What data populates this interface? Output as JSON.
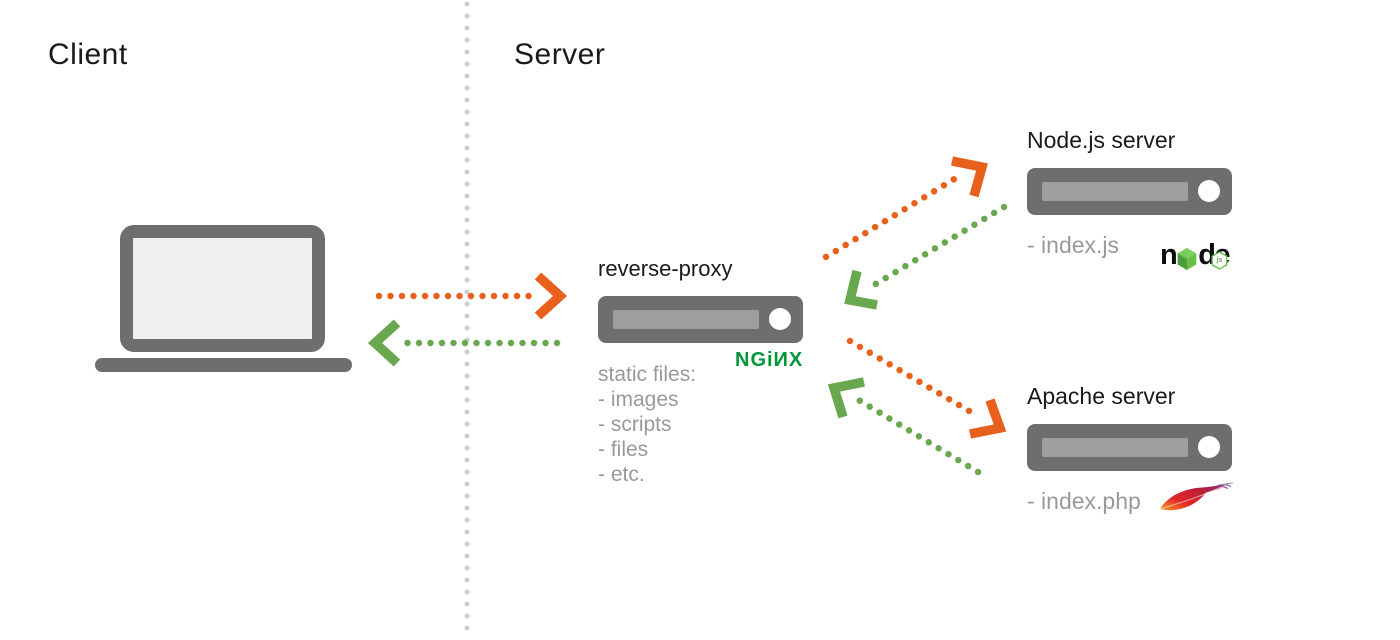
{
  "labels": {
    "client": "Client",
    "server": "Server"
  },
  "reverse_proxy": {
    "title": "reverse-proxy",
    "nginx_wordmark": "NGiИX",
    "static_files": [
      "static files:",
      "- images",
      "- scripts",
      "- files",
      "- etc."
    ]
  },
  "node_server": {
    "title": "Node.js server",
    "file": "- index.js",
    "logo": {
      "prefix": "n",
      "suffix": "de",
      "badge": "js"
    }
  },
  "apache_server": {
    "title": "Apache server",
    "file": "- index.php"
  },
  "flows": [
    {
      "from": "client",
      "to": "reverse-proxy",
      "type": "request",
      "color": "#E8611C",
      "style": "dotted"
    },
    {
      "from": "reverse-proxy",
      "to": "client",
      "type": "response",
      "color": "#6AA84F",
      "style": "dotted"
    },
    {
      "from": "reverse-proxy",
      "to": "node-server",
      "type": "request",
      "color": "#E8611C",
      "style": "dotted"
    },
    {
      "from": "node-server",
      "to": "reverse-proxy",
      "type": "response",
      "color": "#6AA84F",
      "style": "dotted"
    },
    {
      "from": "reverse-proxy",
      "to": "apache-server",
      "type": "request",
      "color": "#E8611C",
      "style": "dotted"
    },
    {
      "from": "apache-server",
      "to": "reverse-proxy",
      "type": "response",
      "color": "#6AA84F",
      "style": "dotted"
    }
  ],
  "colors": {
    "request_orange": "#E8611C",
    "response_green": "#6AA84F",
    "server_gray": "#6E6E6E",
    "server_bar_gray": "#9E9E9E",
    "nginx_green": "#009639",
    "node_green": "#6ABF4B",
    "divider_gray": "#CDCDCD",
    "muted_text_gray": "#999999"
  }
}
